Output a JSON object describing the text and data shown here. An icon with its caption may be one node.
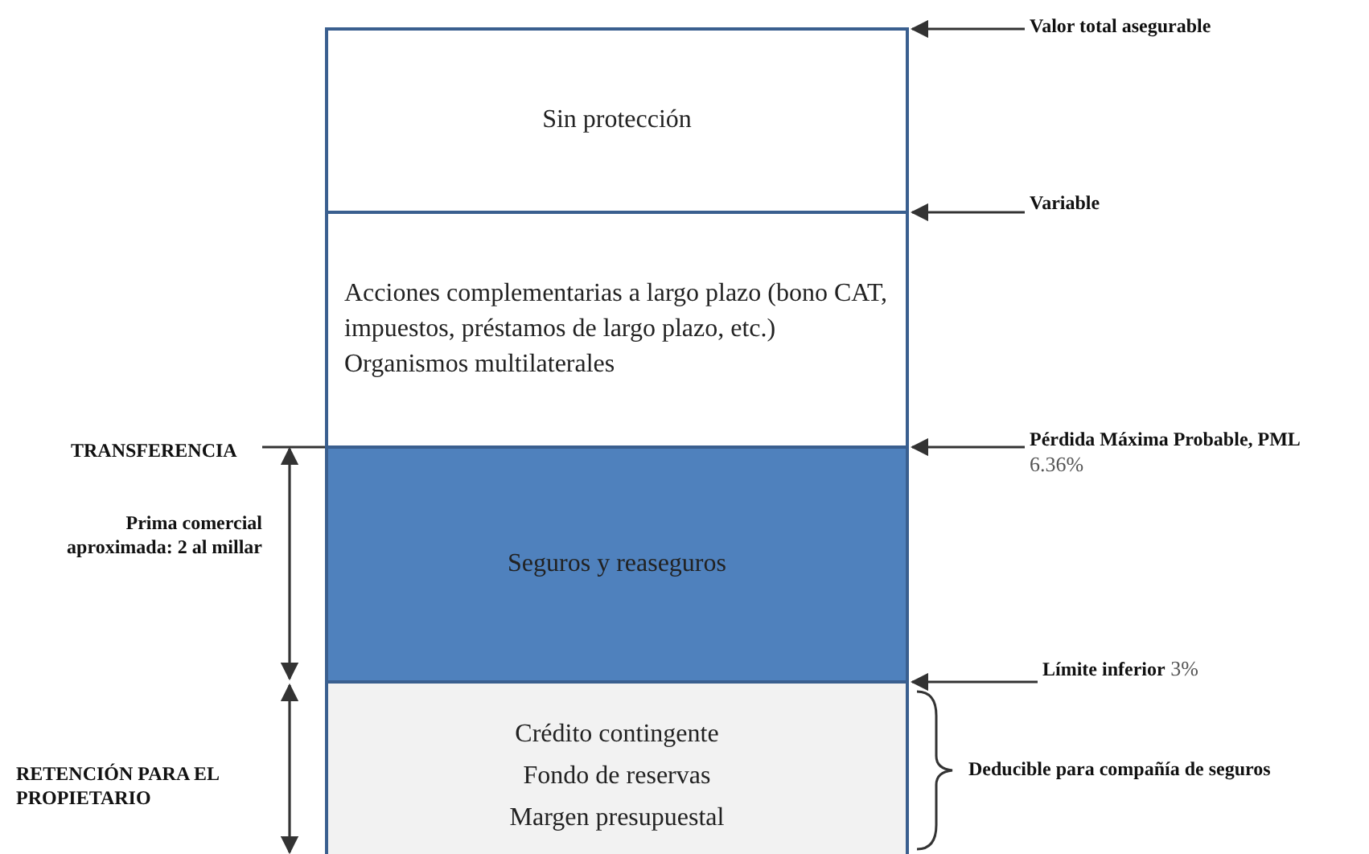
{
  "diagram": {
    "nodes": [
      {
        "text": [
          "Sin protección"
        ]
      },
      {
        "text": [
          "Acciones complementarias a largo plazo (bono CAT, impuestos, préstamos de largo plazo, etc.)",
          "Organismos multilaterales"
        ]
      },
      {
        "text": [
          "Seguros y reaseguros"
        ]
      },
      {
        "text": [
          "Crédito contingente",
          "Fondo de reservas",
          "Margen presupuestal"
        ]
      },
      {
        "text": [
          "Valor total asegurable"
        ]
      },
      {
        "text": [
          "Variable"
        ]
      },
      {
        "text": [
          "Pérdida Máxima Probable, PML",
          "6.36%"
        ]
      },
      {
        "text": [
          "**Límite inferior** 3%"
        ]
      }
    ],
    "edges": [
      {
        "from": 4,
        "to": 0,
        "arrow": "to"
      },
      {
        "from": 5,
        "to": 1,
        "arrow": "to"
      },
      {
        "from": 6,
        "to": 2,
        "arrow": "to"
      },
      {
        "from": 7,
        "to": 3,
        "arrow": "to"
      }
    ],
    "labels": [
      "TRANSFERENCIA",
      "Prima comercial aproximada: 2 al millar",
      "RETENCIÓN PARA EL PROPIETARIO",
      "Deducible para compañía de seguros"
    ]
  }
}
